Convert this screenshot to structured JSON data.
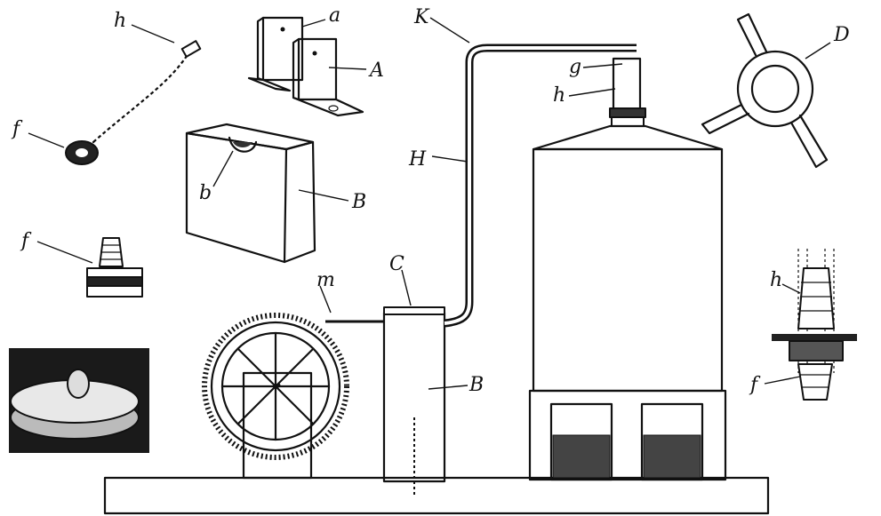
{
  "labels": {
    "h_tube": "h",
    "f_tube": "f",
    "a": "a",
    "A": "A",
    "b": "b",
    "B_block": "B",
    "f_bushing": "f",
    "K": "K",
    "g": "g",
    "h_neck": "h",
    "H": "H",
    "D": "D",
    "m": "m",
    "C": "C",
    "B_post": "B",
    "h_right": "h",
    "f_right": "f"
  },
  "colors": {
    "ink": "#111111",
    "paper": "#ffffff"
  }
}
